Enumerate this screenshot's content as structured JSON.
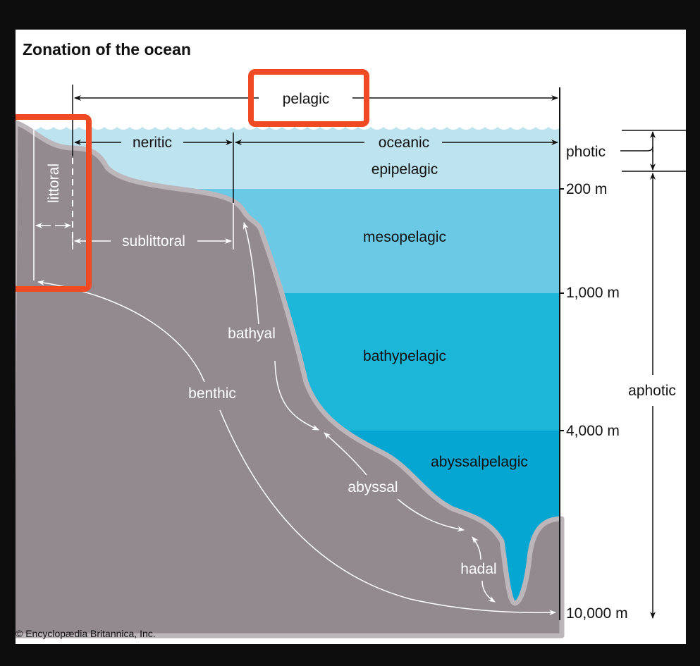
{
  "title": "Zonation of the ocean",
  "credit": "© Encyclopædia Britannica, Inc.",
  "horizontal_zones": {
    "pelagic": "pelagic",
    "neritic": "neritic",
    "oceanic": "oceanic",
    "littoral": "littoral",
    "sublittoral": "sublittoral"
  },
  "pelagic_layers": {
    "epipelagic": "epipelagic",
    "mesopelagic": "mesopelagic",
    "bathypelagic": "bathypelagic",
    "abyssalpelagic": "abyssalpelagic"
  },
  "benthic_zones": {
    "bathyal": "bathyal",
    "benthic": "benthic",
    "abyssal": "abyssal",
    "hadal": "hadal"
  },
  "depth_labels": [
    "200 m",
    "1,000 m",
    "4,000 m",
    "10,000 m"
  ],
  "light_zones": {
    "photic": "photic",
    "aphotic": "aphotic"
  },
  "colors": {
    "epipelagic": "#bde3ef",
    "mesopelagic": "#6bc9e6",
    "bathypelagic": "#1bb6d8",
    "abyssalpelagic": "#05a6d2",
    "seafloor": "#938a90",
    "seafloor_edge": "#bcb5ba",
    "highlight": "#f04a24"
  }
}
